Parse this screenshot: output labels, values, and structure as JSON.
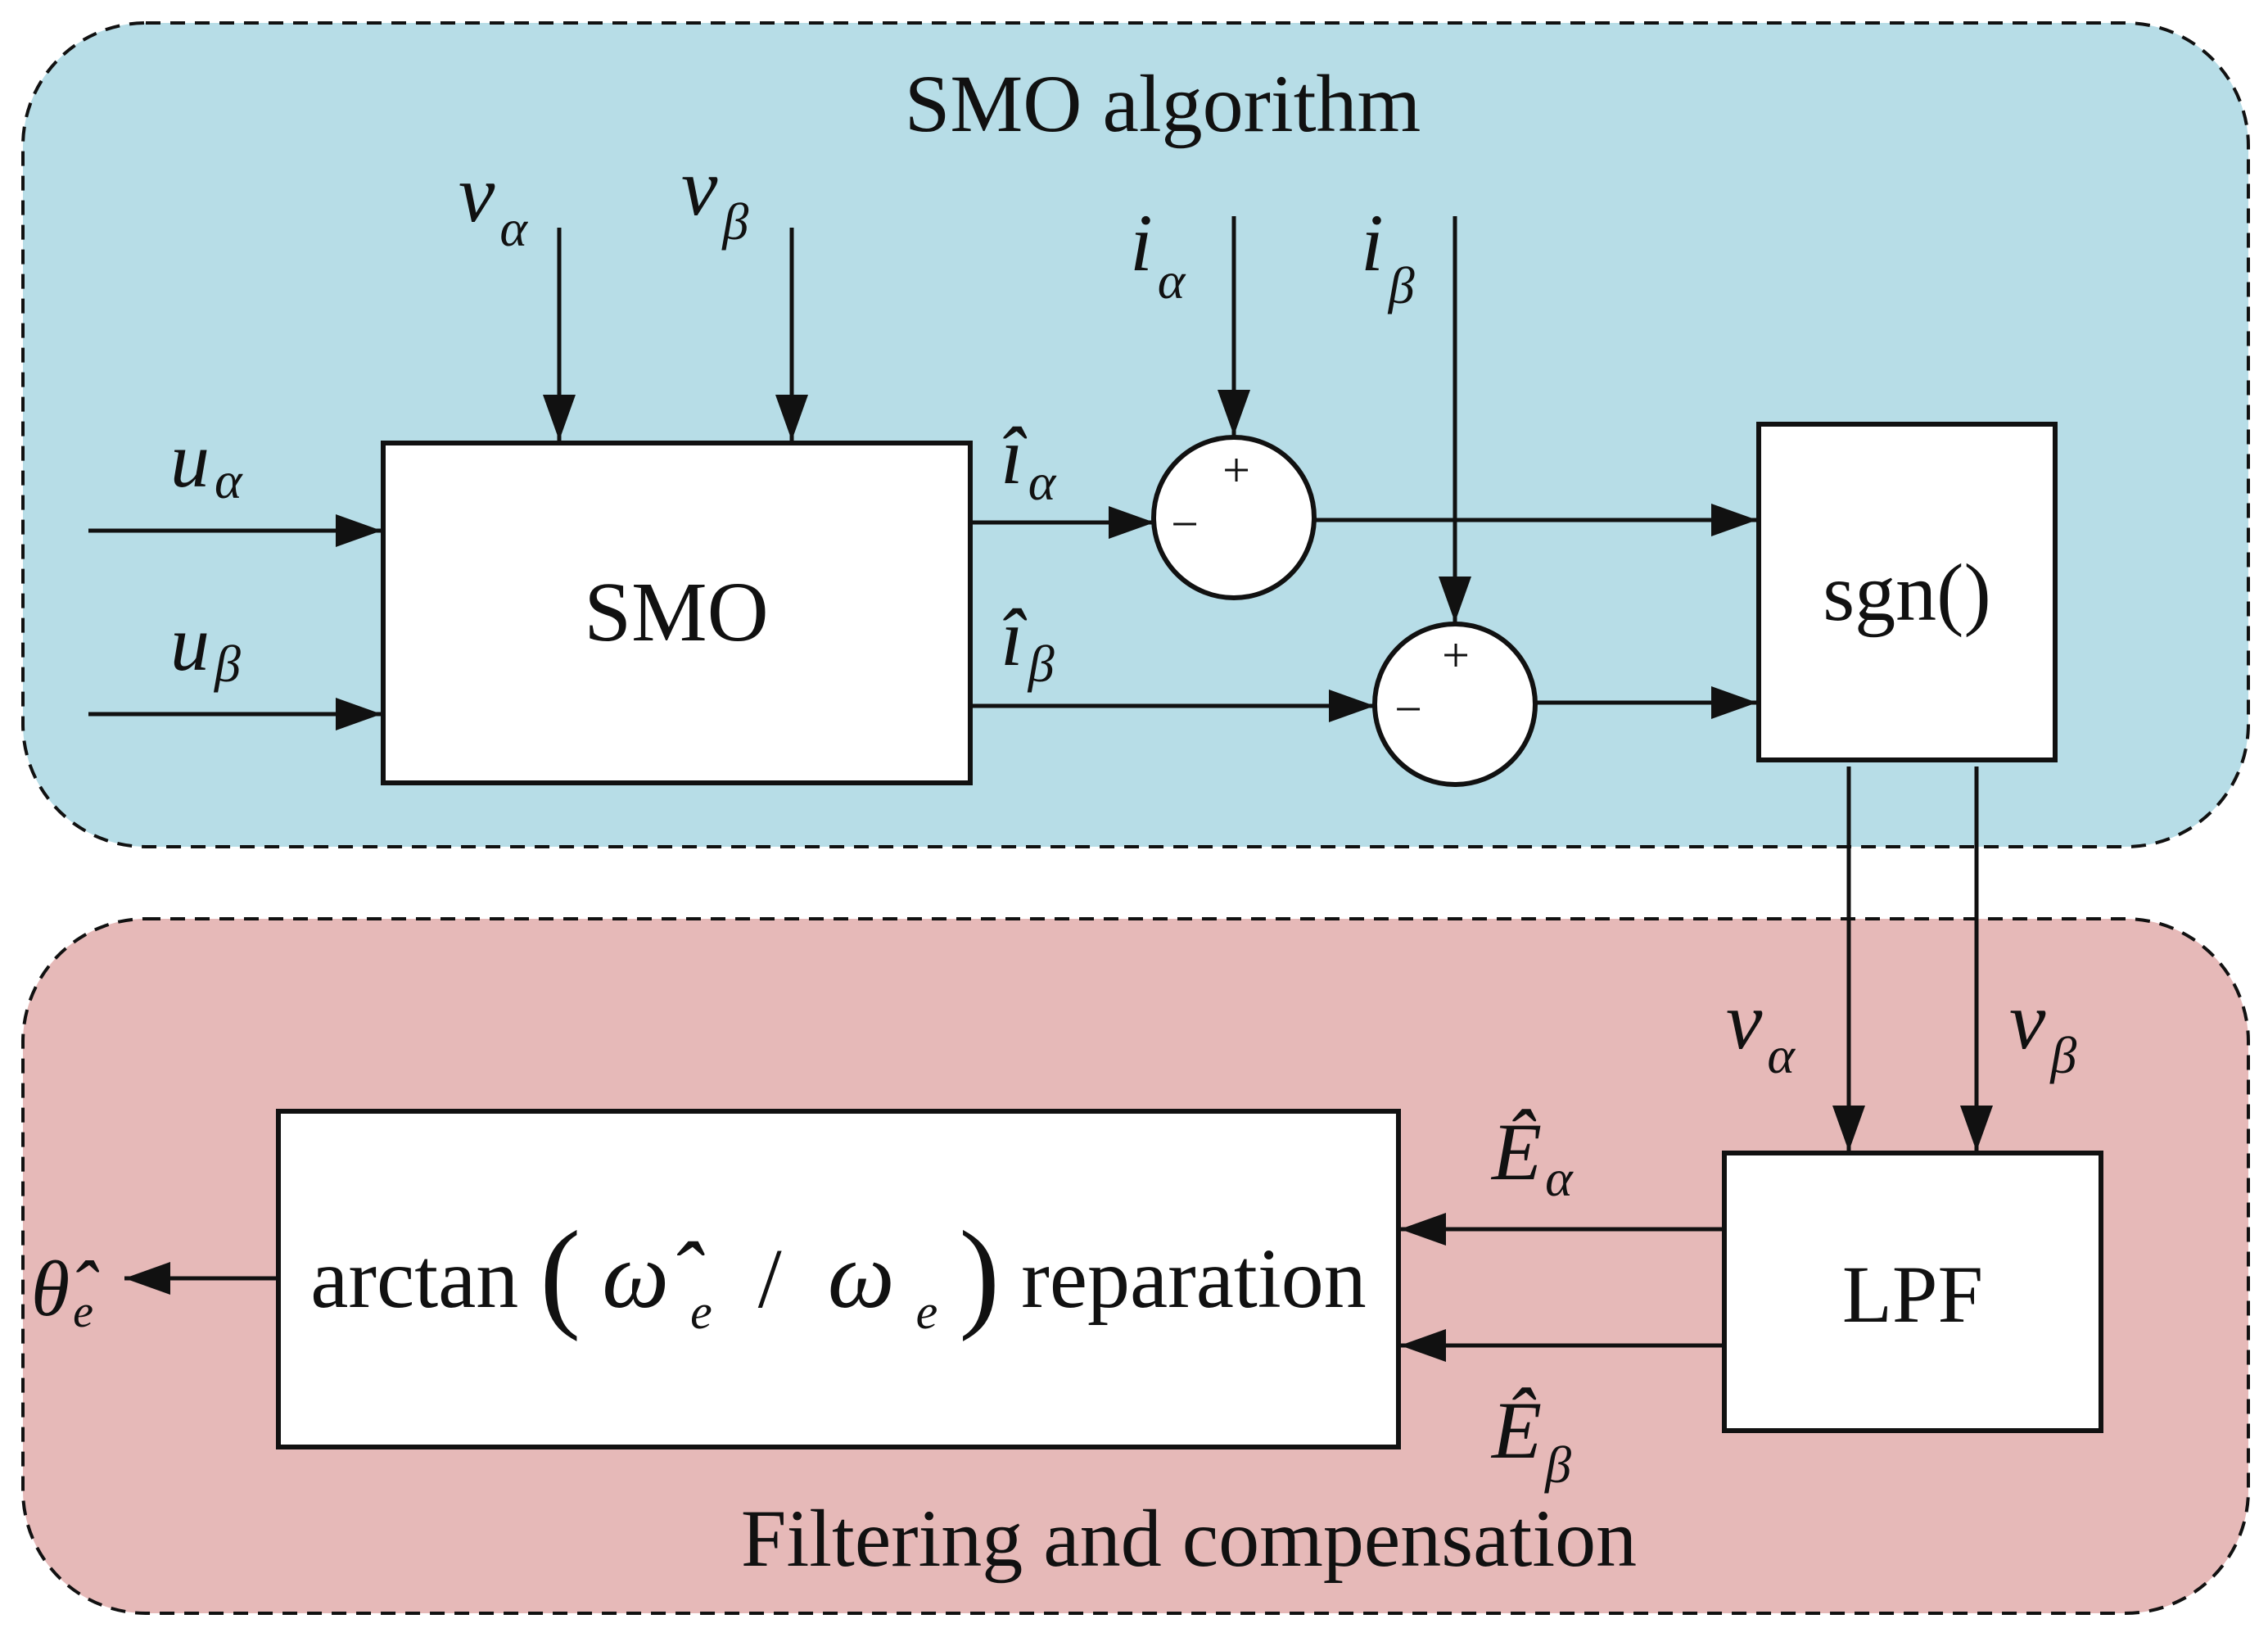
{
  "groups": {
    "smo": {
      "title": "SMO algorithm",
      "fill": "#b7dde7"
    },
    "filter": {
      "title": "Filtering and compensation",
      "fill": "#e6b9b8"
    }
  },
  "blocks": {
    "smo": "SMO",
    "sgn": "sgn()",
    "lpf": "LPF",
    "arctan": {
      "prefix": "arctan",
      "lparen": "(",
      "num_sym": "ω̂",
      "num_sub": "e",
      "slash": "/",
      "den_sym": "ω",
      "den_sub": "e",
      "rparen": ")",
      "suffix": "reparation"
    }
  },
  "signals": {
    "u_alpha": {
      "sym": "u",
      "sub": "α"
    },
    "u_beta": {
      "sym": "u",
      "sub": "β"
    },
    "v_alpha": {
      "sym": "v",
      "sub": "α"
    },
    "v_beta": {
      "sym": "v",
      "sub": "β"
    },
    "i_alpha": {
      "sym": "i",
      "sub": "α"
    },
    "i_beta": {
      "sym": "i",
      "sub": "β"
    },
    "ihat_alpha": {
      "sym": "î",
      "sub": "α"
    },
    "ihat_beta": {
      "sym": "î",
      "sub": "β"
    },
    "v_alpha_out": {
      "sym": "v",
      "sub": "α"
    },
    "v_beta_out": {
      "sym": "v",
      "sub": "β"
    },
    "e_alpha": {
      "sym": "Ê",
      "sub": "α"
    },
    "e_beta": {
      "sym": "Ê",
      "sub": "β"
    },
    "theta_e": {
      "sym": "θ̂",
      "sub": "e"
    }
  },
  "summing_junctions": {
    "sum1": {
      "plus": "+",
      "minus": "−"
    },
    "sum2": {
      "plus": "+",
      "minus": "−"
    }
  }
}
